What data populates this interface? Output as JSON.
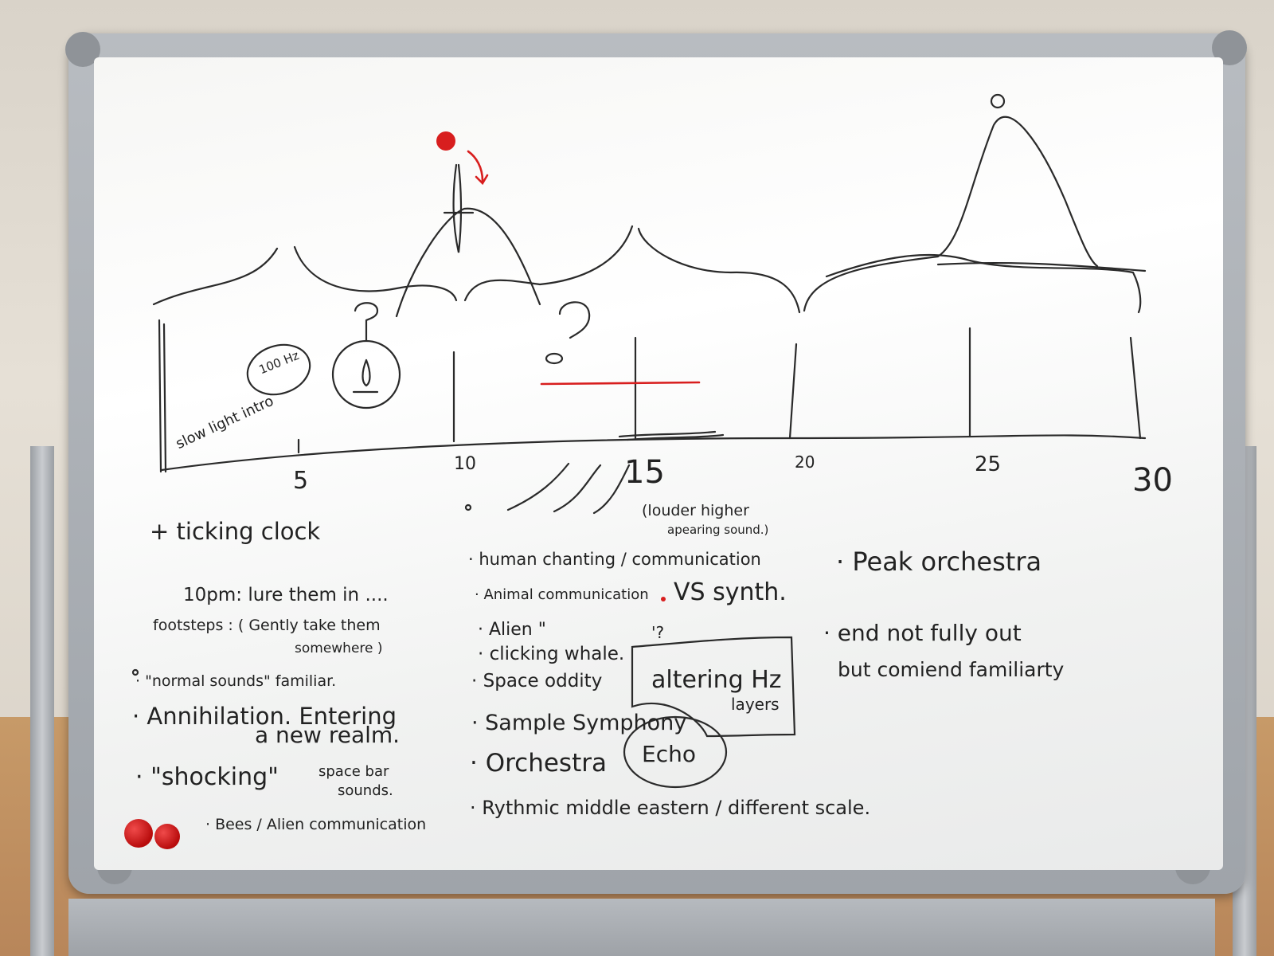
{
  "timeline": {
    "ticks": [
      "5",
      "10",
      "15",
      "20",
      "25",
      "30"
    ]
  },
  "sketch_labels": {
    "hz_label": "100 Hz",
    "intro": "slow light intro",
    "louder": "(louder higher",
    "louder_2": "apearing sound.)"
  },
  "left_column": {
    "items": [
      "+ ticking clock",
      "10pm: lure them in ....",
      "footsteps : ( Gently take them",
      "somewhere )",
      "· \"normal sounds\" familiar.",
      "· Annihilation. Entering",
      "a new realm.",
      "· \"shocking\"",
      "space bar",
      "sounds.",
      "· Bees / Alien communication"
    ]
  },
  "middle_column": {
    "items": [
      "· human chanting / communication",
      "· Animal communication",
      "VS synth.",
      "· Alien \"",
      "· clicking whale.",
      "· Space oddity",
      "· Sample Symphony",
      "· Orchestra",
      "· Rythmic middle eastern / different scale."
    ],
    "boxed_note": "altering Hz",
    "boxed_note_2": "layers",
    "circled_note": "Echo",
    "question_mark": "'?"
  },
  "right_column": {
    "items": [
      "· Peak orchestra",
      "· end not fully out",
      "but comiend familiarty"
    ]
  },
  "colors": {
    "ink": "#222222",
    "red_ink": "#d81e1e",
    "board": "#ffffff",
    "frame": "#a9adb2",
    "magnet": "#cc1414"
  }
}
